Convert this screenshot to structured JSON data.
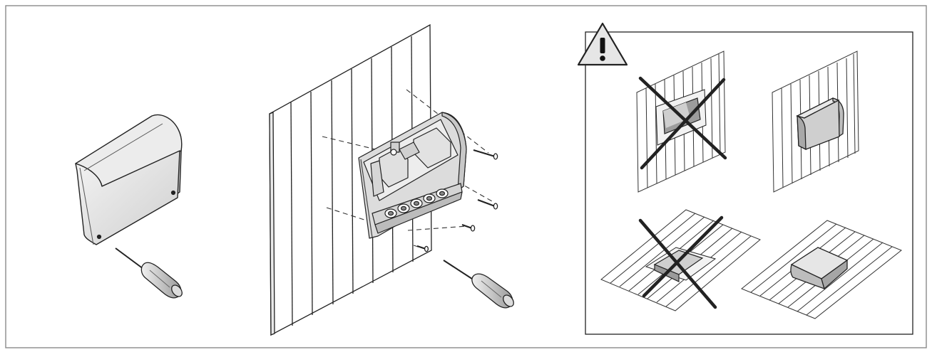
{
  "figure": {
    "panels": [
      {
        "id": "cover-removal",
        "icons": [
          "enclosure-cover-icon",
          "screwdriver-icon"
        ]
      },
      {
        "id": "wall-mounting",
        "icons": [
          "wall-panel-icon",
          "enclosure-base-icon",
          "screw-icon",
          "screwdriver-icon"
        ]
      },
      {
        "id": "orientation-warning",
        "icons": [
          "warning-icon",
          "cross-mark-icon"
        ]
      }
    ],
    "warning_symbol": "!",
    "colors": {
      "line": "#222222",
      "fill": "#e4e4e4",
      "fill_dark": "#bdbdbd",
      "frame": "#7a7a7a",
      "cross": "#222222"
    }
  }
}
